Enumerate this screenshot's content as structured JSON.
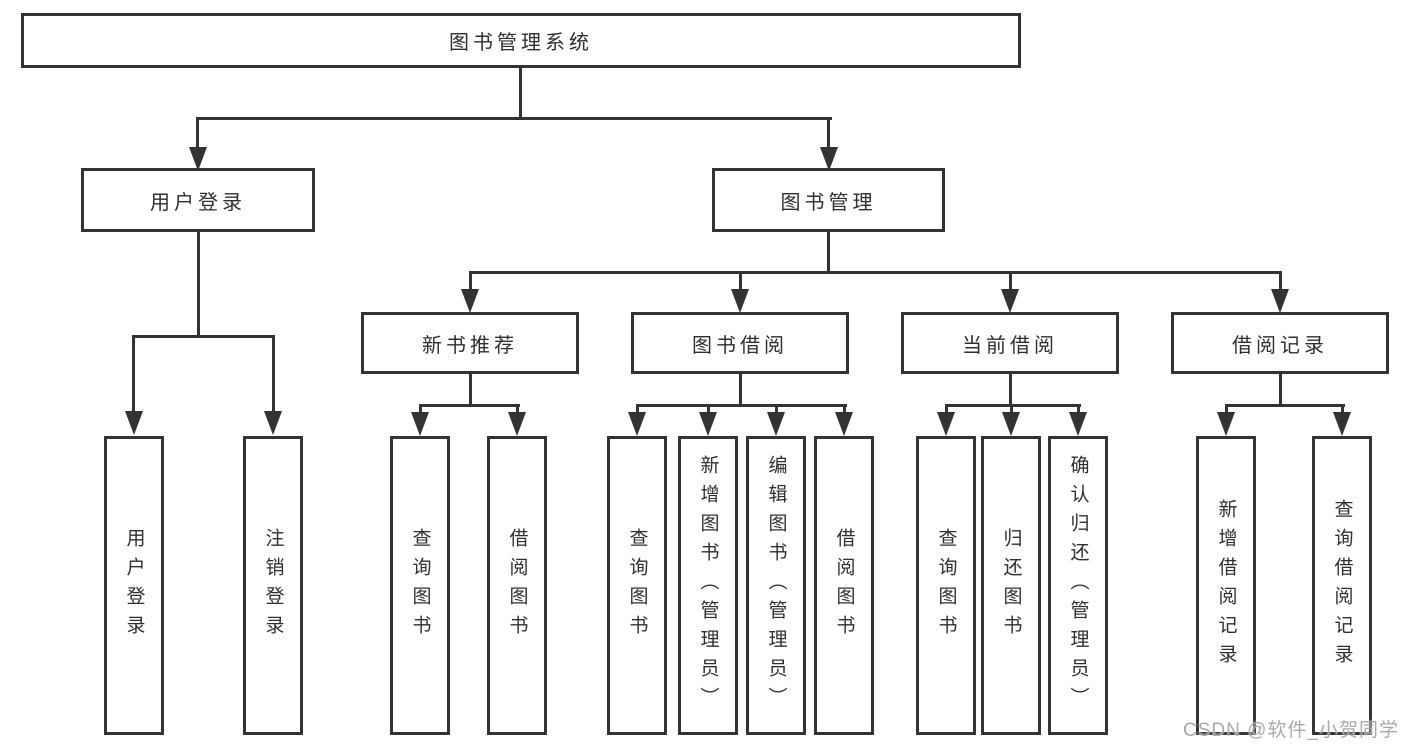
{
  "diagram_title": "图书管理系统",
  "nodes": {
    "root": {
      "label": "图书管理系统"
    },
    "level2": [
      {
        "id": "user-login",
        "label": "用户登录"
      },
      {
        "id": "book-management",
        "label": "图书管理"
      }
    ],
    "level3": [
      {
        "id": "new-book-recommend",
        "label": "新书推荐"
      },
      {
        "id": "book-borrow",
        "label": "图书借阅"
      },
      {
        "id": "current-borrow",
        "label": "当前借阅"
      },
      {
        "id": "borrow-records",
        "label": "借阅记录"
      }
    ],
    "leaves": [
      {
        "id": "user-login",
        "label": "用户登录"
      },
      {
        "id": "logout",
        "label": "注销登录"
      },
      {
        "id": "query-books-1",
        "label": "查询图书"
      },
      {
        "id": "borrow-books-1",
        "label": "借阅图书"
      },
      {
        "id": "query-books-2",
        "label": "查询图书"
      },
      {
        "id": "add-book-admin",
        "label": "新增图书（管理员）"
      },
      {
        "id": "edit-book-admin",
        "label": "编辑图书（管理员）"
      },
      {
        "id": "borrow-books-2",
        "label": "借阅图书"
      },
      {
        "id": "query-books-3",
        "label": "查询图书"
      },
      {
        "id": "return-book",
        "label": "归还图书"
      },
      {
        "id": "confirm-return-admin",
        "label": "确认归还（管理员）"
      },
      {
        "id": "add-borrow-record",
        "label": "新增借阅记录"
      },
      {
        "id": "query-borrow-record",
        "label": "查询借阅记录"
      }
    ]
  },
  "watermark": "CSDN @软件_小贺同学",
  "colors": {
    "line": "#333333",
    "text": "#2f2f2f",
    "watermark": "#a0a0a0",
    "background": "#ffffff"
  }
}
